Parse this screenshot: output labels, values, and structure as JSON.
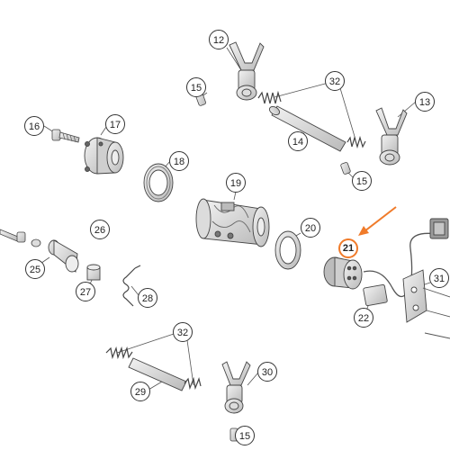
{
  "accent_color": "#f07b2a",
  "callouts": [
    {
      "id": "p12",
      "label": "12"
    },
    {
      "id": "p15a",
      "label": "15"
    },
    {
      "id": "p32a",
      "label": "32"
    },
    {
      "id": "p13",
      "label": "13"
    },
    {
      "id": "p16",
      "label": "16"
    },
    {
      "id": "p17",
      "label": "17"
    },
    {
      "id": "p14",
      "label": "14"
    },
    {
      "id": "p18",
      "label": "18"
    },
    {
      "id": "p15b",
      "label": "15"
    },
    {
      "id": "p19",
      "label": "19"
    },
    {
      "id": "p26",
      "label": "26"
    },
    {
      "id": "p20",
      "label": "20"
    },
    {
      "id": "p21",
      "label": "21",
      "highlighted": true
    },
    {
      "id": "p25",
      "label": "25"
    },
    {
      "id": "p31",
      "label": "31"
    },
    {
      "id": "p27",
      "label": "27"
    },
    {
      "id": "p28",
      "label": "28"
    },
    {
      "id": "p22",
      "label": "22"
    },
    {
      "id": "p32b",
      "label": "32"
    },
    {
      "id": "p30",
      "label": "30"
    },
    {
      "id": "p29",
      "label": "29"
    },
    {
      "id": "p15c",
      "label": "15"
    }
  ]
}
